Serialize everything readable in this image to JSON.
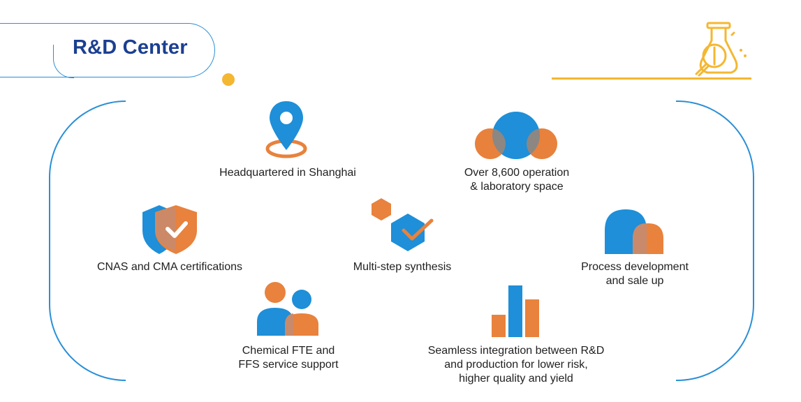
{
  "title": "R&D Center",
  "features": {
    "headquarters": "Headquartered in Shanghai",
    "space_line1": "Over 8,600 operation",
    "space_line2": "& laboratory space",
    "certifications": "CNAS and CMA certifications",
    "synthesis": "Multi-step synthesis",
    "process_line1": "Process development",
    "process_line2": "and sale up",
    "fte_line1": "Chemical FTE and",
    "fte_line2": "FFS service support",
    "integration_line1": "Seamless integration between R&D",
    "integration_line2": "and production for lower risk,",
    "integration_line3": "higher quality and yield"
  },
  "colors": {
    "blue": "#1e8fd8",
    "orange": "#e8823d",
    "navy": "#1b3f91",
    "gold": "#f4b731"
  },
  "icons": [
    "location-pin-icon",
    "overlapping-circles-icon",
    "shield-check-icon",
    "hexagon-check-icon",
    "speech-bubble-icon",
    "people-icon",
    "bar-chart-icon",
    "flask-magnifier-icon"
  ]
}
